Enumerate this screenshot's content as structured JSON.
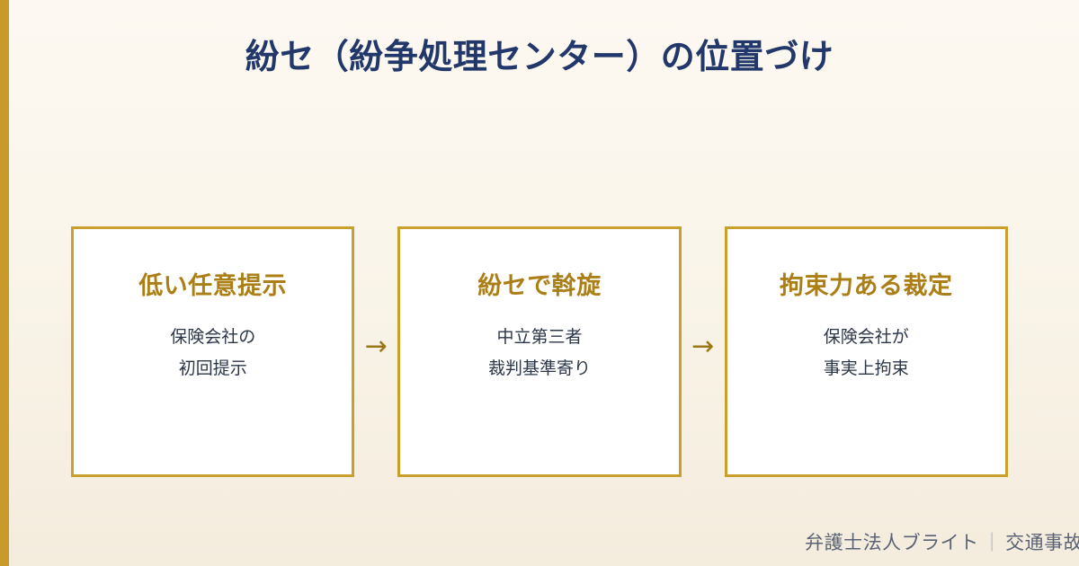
{
  "slide": {
    "title": "紛セ（紛争処理センター）の位置づけ",
    "accent_color": "#c79a2b",
    "title_color": "#22386a",
    "box_border_color": "#c9a02c",
    "box_heading_color": "#ab7f16",
    "box_body_color": "#2b3648",
    "background_top": "#fdf9f2",
    "background_bottom": "#f4ecdd"
  },
  "flow": {
    "arrow_glyph": "→",
    "steps": [
      {
        "heading": "低い任意提示",
        "body_lines": [
          "保険会社の",
          "初回提示"
        ]
      },
      {
        "heading": "紛セで斡旋",
        "body_lines": [
          "中立第三者",
          "裁判基準寄り"
        ]
      },
      {
        "heading": "拘束力ある裁定",
        "body_lines": [
          "保険会社が",
          "事実上拘束"
        ]
      }
    ]
  },
  "footer": {
    "brand": "弁護士法人ブライト",
    "separator": "｜",
    "tagline": "交通事故 ("
  }
}
